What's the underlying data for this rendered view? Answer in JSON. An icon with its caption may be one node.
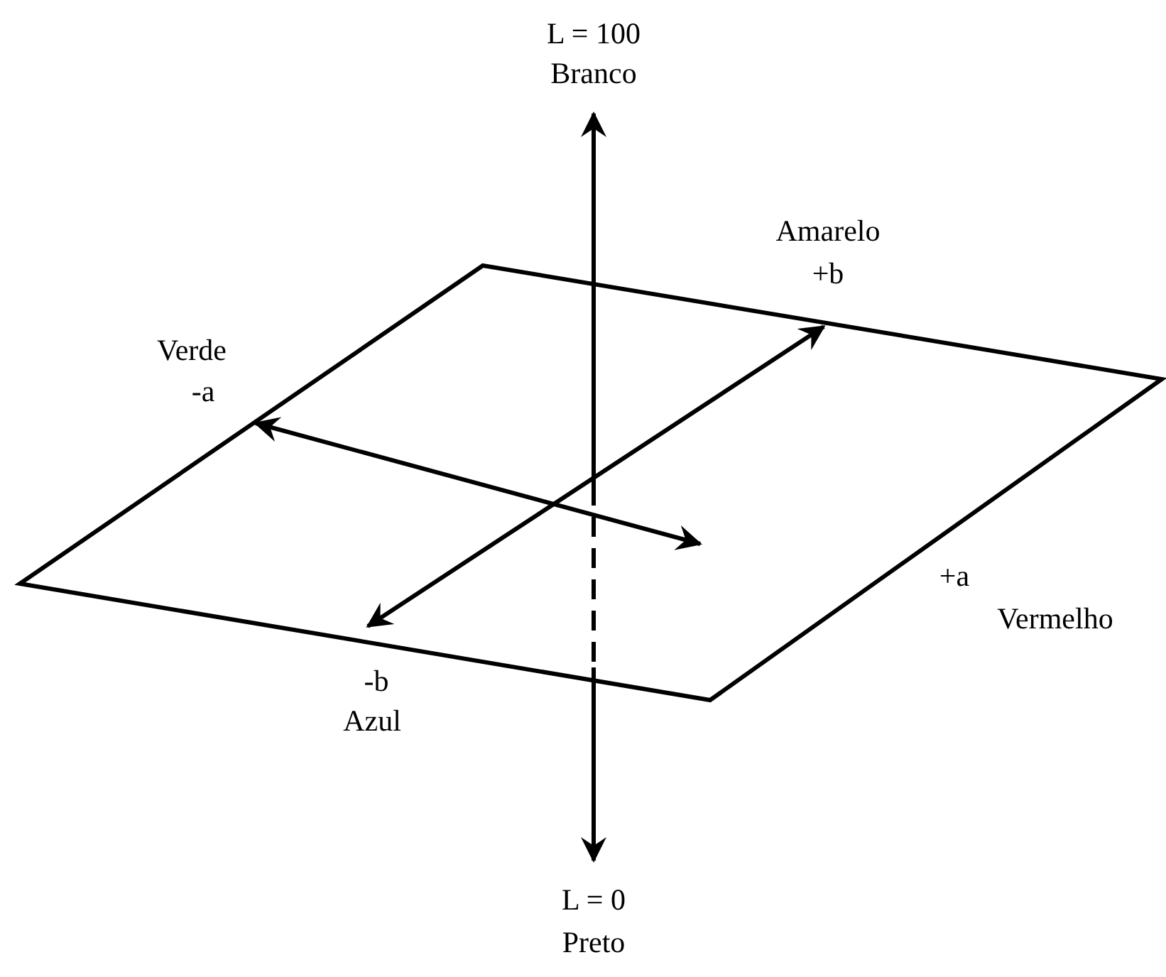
{
  "diagram": {
    "labels": [
      "L = 100",
      "Branco",
      "Amarelo",
      "+b",
      "Verde",
      "-a",
      "+a",
      "Vermelho",
      "-b",
      "Azul",
      "L = 0",
      "Preto"
    ]
  }
}
